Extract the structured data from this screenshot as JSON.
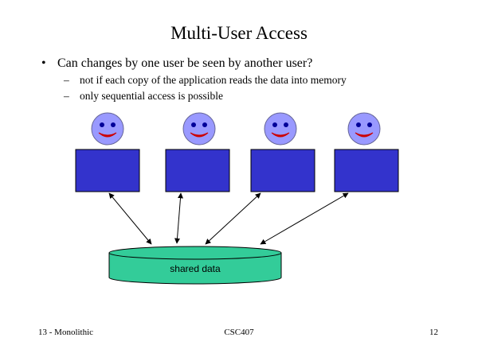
{
  "slide": {
    "title": "Multi-User Access",
    "bullet": {
      "marker": "•",
      "text": "Can changes by one user be seen by another user?"
    },
    "sub_bullets": [
      {
        "marker": "–",
        "text": "not if each copy of the application reads the data into memory"
      },
      {
        "marker": "–",
        "text": "only sequential access is possible"
      }
    ],
    "diagram": {
      "database_label": "shared data",
      "colors": {
        "face": "#9999ff",
        "face_features": "#000099",
        "mouth": "#cc0000",
        "app_box": "#3333cc",
        "database": "#33cc99",
        "arrow": "#000000"
      },
      "users": [
        {
          "face_icon": "smiley-face-icon"
        },
        {
          "face_icon": "smiley-face-icon"
        },
        {
          "face_icon": "smiley-face-icon"
        },
        {
          "face_icon": "smiley-face-icon"
        }
      ]
    },
    "footer": {
      "left": "13 - Monolithic",
      "center": "CSC407",
      "right": "12"
    }
  }
}
